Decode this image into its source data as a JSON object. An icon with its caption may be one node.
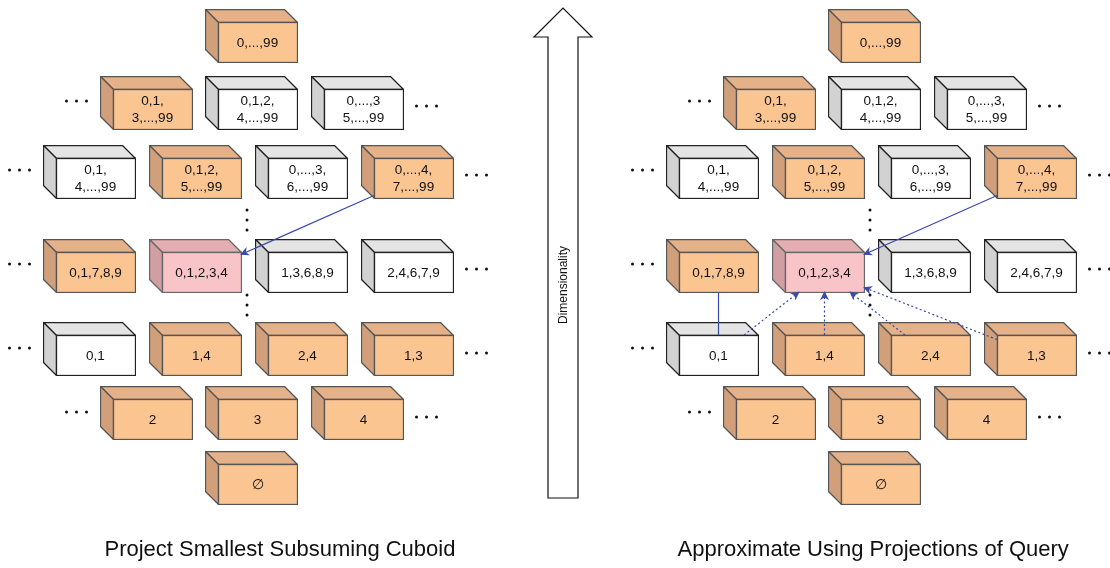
{
  "diagram": {
    "nodes": [
      {
        "text": [
          "0,...,99"
        ]
      },
      {
        "text": [
          "0,1, 3,...,99"
        ]
      },
      {
        "text": [
          "0,1,2, 4,...,99"
        ]
      },
      {
        "text": [
          "0,...,3 5,...,99"
        ]
      },
      {
        "text": [
          "0,1, 4,...,99"
        ]
      },
      {
        "text": [
          "0,1,2, 5,...,99"
        ]
      },
      {
        "text": [
          "0,...,3, 6,...,99"
        ]
      },
      {
        "text": [
          "0,...,4, 7,...,99"
        ]
      },
      {
        "text": [
          "0,1,7,8,9"
        ]
      },
      {
        "text": [
          "0,1,2,3,4"
        ]
      },
      {
        "text": [
          "1,3,6,8,9"
        ]
      },
      {
        "text": [
          "2,4,6,7,9"
        ]
      },
      {
        "text": [
          "0,1"
        ]
      },
      {
        "text": [
          "1,4"
        ]
      },
      {
        "text": [
          "2,4"
        ]
      },
      {
        "text": [
          "1,3"
        ]
      },
      {
        "text": [
          "2"
        ]
      },
      {
        "text": [
          "3"
        ]
      },
      {
        "text": [
          "4"
        ]
      },
      {
        "text": [
          "∅"
        ]
      },
      {
        "text": [
          "0,...,99"
        ]
      },
      {
        "text": [
          "0,1, 3,...,99"
        ]
      },
      {
        "text": [
          "0,1,2, 4,...,99"
        ]
      },
      {
        "text": [
          "0,...,3, 5,...,99"
        ]
      },
      {
        "text": [
          "0,1, 4,...,99"
        ]
      },
      {
        "text": [
          "0,1,2, 5,...,99"
        ]
      },
      {
        "text": [
          "0,...,3, 6,...,99"
        ]
      },
      {
        "text": [
          "0,...,4, 7,...,99"
        ]
      },
      {
        "text": [
          "0,1,7,8,9"
        ]
      },
      {
        "text": [
          "0,1,2,3,4"
        ]
      },
      {
        "text": [
          "1,3,6,8,9"
        ]
      },
      {
        "text": [
          "2,4,6,7,9"
        ]
      },
      {
        "text": [
          "0,1"
        ]
      },
      {
        "text": [
          "1,4"
        ]
      },
      {
        "text": [
          "2,4"
        ]
      },
      {
        "text": [
          "1,3"
        ]
      },
      {
        "text": [
          "2"
        ]
      },
      {
        "text": [
          "3"
        ]
      },
      {
        "text": [
          "4"
        ]
      },
      {
        "text": [
          "∅"
        ]
      }
    ],
    "edges": [
      {
        "from": 7,
        "to": 9,
        "arrow": "to"
      },
      {
        "from": 27,
        "to": 29,
        "arrow": "to"
      },
      {
        "from": 32,
        "to": 28,
        "arrow": "none"
      },
      {
        "from": 32,
        "to": 29,
        "arrow": "to",
        "style": "dashed"
      },
      {
        "from": 33,
        "to": 29,
        "arrow": "to",
        "style": "dashed"
      },
      {
        "from": 34,
        "to": 29,
        "arrow": "to",
        "style": "dashed"
      },
      {
        "from": 35,
        "to": 29,
        "arrow": "to",
        "style": "dashed"
      }
    ],
    "labels": [
      "Project Smallest Subsuming Cuboid",
      "Dimensionality",
      "Approximate Using Projections of Query"
    ]
  }
}
